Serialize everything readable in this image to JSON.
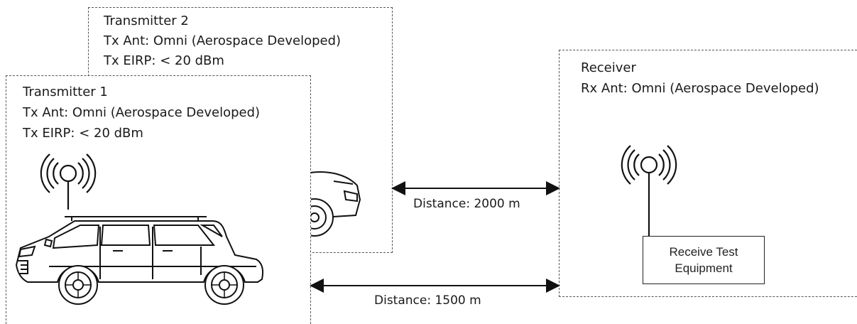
{
  "transmitter2": {
    "title": "Transmitter  2",
    "antenna": "Tx Ant: Omni (Aerospace Developed)",
    "eirp": "Tx EIRP: < 20 dBm"
  },
  "transmitter1": {
    "title": "Transmitter 1",
    "antenna": "Tx Ant: Omni (Aerospace Developed)",
    "eirp": "Tx EIRP: < 20 dBm"
  },
  "receiver": {
    "title": "Receiver",
    "antenna": "Rx Ant: Omni (Aerospace Developed)",
    "equipment_line1": "Receive Test",
    "equipment_line2": "Equipment"
  },
  "links": {
    "tx2_distance": "Distance: 2000 m",
    "tx1_distance": "Distance: 1500 m"
  },
  "colors": {
    "line": "#111111",
    "dash": "#555555"
  }
}
